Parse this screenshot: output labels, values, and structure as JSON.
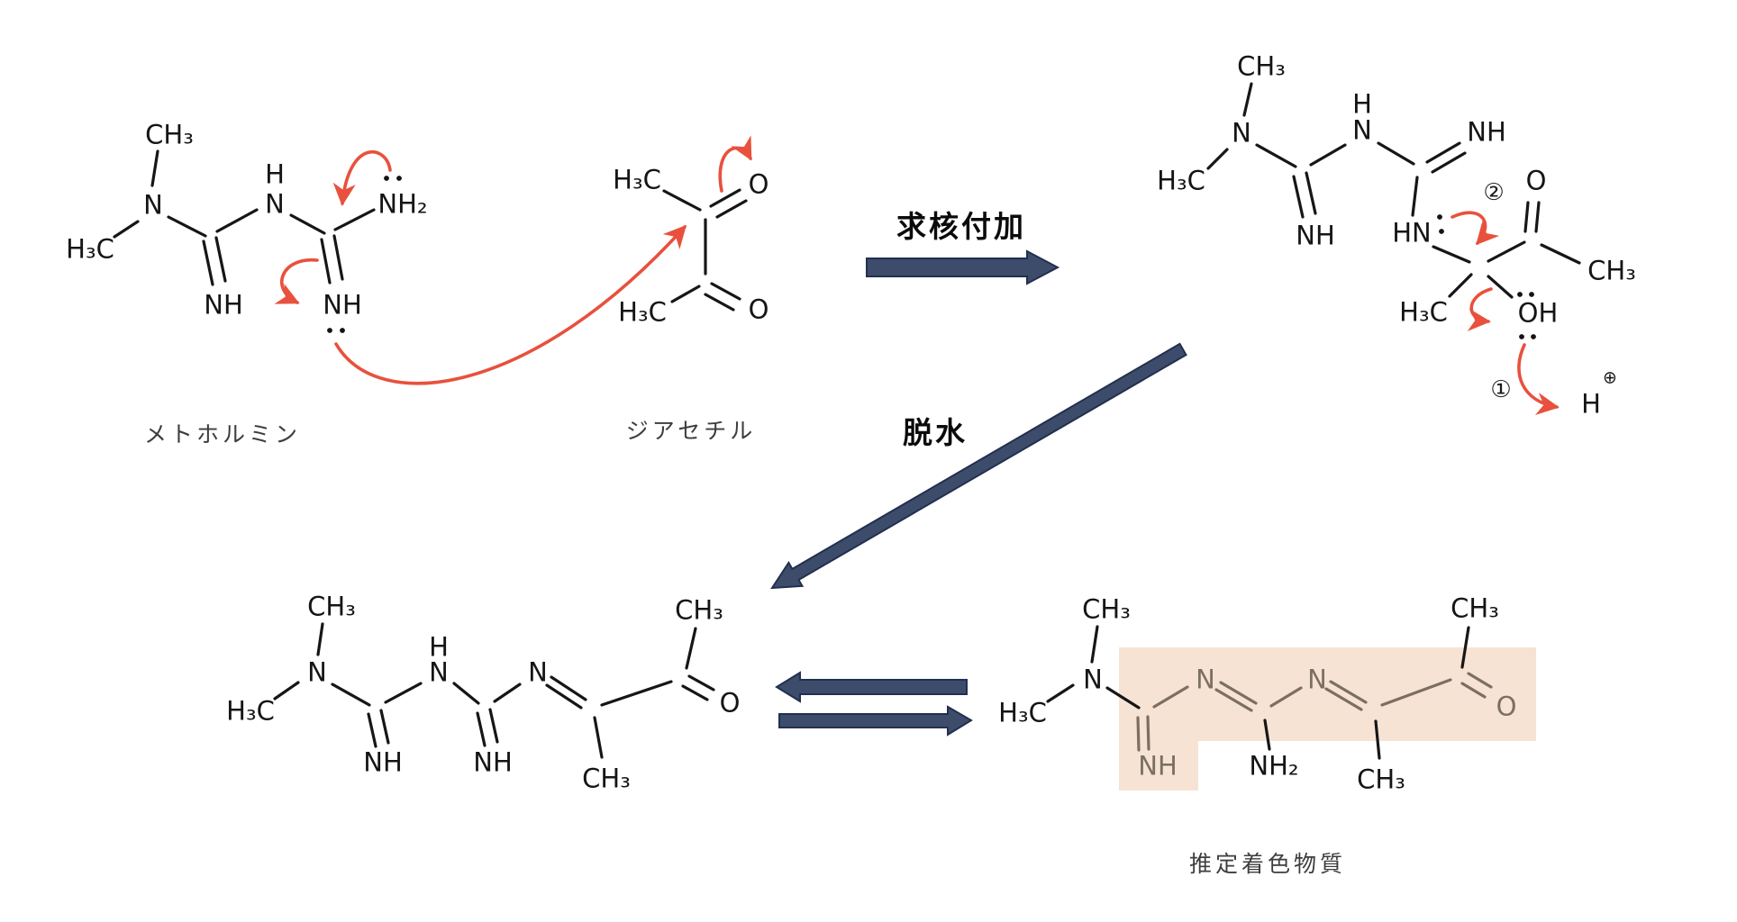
{
  "colors": {
    "red-arrow": "#e8513d",
    "navy-arrow": "#3d4c6b",
    "navy-arrow-outline": "#22304f",
    "highlight": "#f7e3d3",
    "highlight-structure": "#7b6f63",
    "bond": "#161616"
  },
  "reaction_labels": {
    "nucleophilic_addition": "求核付加",
    "dehydration": "脱水"
  },
  "annotations": {
    "step1_marker": "①",
    "step2_marker": "②",
    "proton": "H",
    "proton_charge": "⊕"
  },
  "molecules": {
    "metformin": {
      "label": "メトホルミン",
      "atoms": {
        "ch3_top": "CH₃",
        "n_dimethyl": "N",
        "h3c_left": "H₃C",
        "nh_imine_left": "NH",
        "h_bridge": "H",
        "n_bridge": "N",
        "nh_imine_right": "NH",
        "nh2": "NH₂"
      }
    },
    "diacetyl": {
      "label": "ジアセチル",
      "atoms": {
        "h3c_top": "H₃C",
        "o_top": "O",
        "h3c_bottom": "H₃C",
        "o_bottom": "O"
      }
    },
    "addition_intermediate": {
      "atoms": {
        "ch3_top": "CH₃",
        "n_dimethyl": "N",
        "h3c_left": "H₃C",
        "nh_imine_left": "NH",
        "h_bridge": "H",
        "n_bridge": "N",
        "nh_imine_right": "NH",
        "hn": "HN",
        "o_ketone": "O",
        "ch3_right": "CH₃",
        "h3c_lower": "H₃C",
        "oh": "OH"
      }
    },
    "condensation_product": {
      "atoms": {
        "ch3_top": "CH₃",
        "n_dimethyl": "N",
        "h3c_left": "H₃C",
        "nh_imine_left": "NH",
        "h_bridge": "H",
        "n_bridge": "N",
        "nh_imine_right": "NH",
        "n_imine": "N",
        "ch3_bottom": "CH₃",
        "ch3_acetyl": "CH₃",
        "o_ketone": "O"
      }
    },
    "colored_substance": {
      "label": "推定着色物質",
      "atoms": {
        "ch3_top": "CH₃",
        "n_dimethyl": "N",
        "h3c_left": "H₃C",
        "nh_imine": "NH",
        "n1": "N",
        "nh2": "NH₂",
        "n2": "N",
        "ch3_bottom": "CH₃",
        "ch3_acetyl": "CH₃",
        "o_ketone": "O"
      }
    }
  }
}
